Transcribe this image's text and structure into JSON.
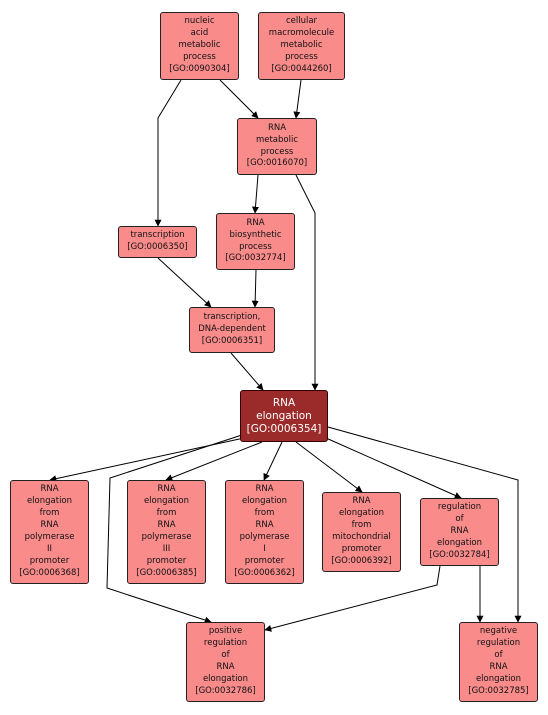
{
  "nodes": [
    {
      "id": "n0090304",
      "lines": [
        "nucleic",
        "acid",
        "metabolic",
        "process",
        "[GO:0090304]"
      ]
    },
    {
      "id": "n0044260",
      "lines": [
        "cellular",
        "macromolecule",
        "metabolic",
        "process",
        "[GO:0044260]"
      ]
    },
    {
      "id": "n0016070",
      "lines": [
        "RNA",
        "metabolic",
        "process",
        "[GO:0016070]"
      ]
    },
    {
      "id": "n0006350",
      "lines": [
        "transcription",
        "[GO:0006350]"
      ]
    },
    {
      "id": "n0032774",
      "lines": [
        "RNA",
        "biosynthetic",
        "process",
        "[GO:0032774]"
      ]
    },
    {
      "id": "n0006351",
      "lines": [
        "transcription,",
        "DNA-dependent",
        "[GO:0006351]"
      ]
    },
    {
      "id": "n0006354",
      "lines": [
        "RNA",
        "elongation",
        "[GO:0006354]"
      ]
    },
    {
      "id": "n0006368",
      "lines": [
        "RNA",
        "elongation",
        "from",
        "RNA",
        "polymerase",
        "II",
        "promoter",
        "[GO:0006368]"
      ]
    },
    {
      "id": "n0006385",
      "lines": [
        "RNA",
        "elongation",
        "from",
        "RNA",
        "polymerase",
        "III",
        "promoter",
        "[GO:0006385]"
      ]
    },
    {
      "id": "n0006362",
      "lines": [
        "RNA",
        "elongation",
        "from",
        "RNA",
        "polymerase",
        "I",
        "promoter",
        "[GO:0006362]"
      ]
    },
    {
      "id": "n0006392",
      "lines": [
        "RNA",
        "elongation",
        "from",
        "mitochondrial",
        "promoter",
        "[GO:0006392]"
      ]
    },
    {
      "id": "n0032784",
      "lines": [
        "regulation",
        "of",
        "RNA",
        "elongation",
        "[GO:0032784]"
      ]
    },
    {
      "id": "n0032786",
      "lines": [
        "positive",
        "regulation",
        "of",
        "RNA",
        "elongation",
        "[GO:0032786]"
      ]
    },
    {
      "id": "n0032785",
      "lines": [
        "negative",
        "regulation",
        "of",
        "RNA",
        "elongation",
        "[GO:0032785]"
      ]
    }
  ],
  "edges": [
    {
      "from": "n0090304",
      "to": "n0016070"
    },
    {
      "from": "n0090304",
      "to": "n0006350"
    },
    {
      "from": "n0044260",
      "to": "n0016070"
    },
    {
      "from": "n0016070",
      "to": "n0032774"
    },
    {
      "from": "n0016070",
      "to": "n0006354"
    },
    {
      "from": "n0006350",
      "to": "n0006351"
    },
    {
      "from": "n0032774",
      "to": "n0006351"
    },
    {
      "from": "n0006351",
      "to": "n0006354"
    },
    {
      "from": "n0006354",
      "to": "n0006368"
    },
    {
      "from": "n0006354",
      "to": "n0006385"
    },
    {
      "from": "n0006354",
      "to": "n0006362"
    },
    {
      "from": "n0006354",
      "to": "n0006392"
    },
    {
      "from": "n0006354",
      "to": "n0032784"
    },
    {
      "from": "n0006354",
      "to": "n0032786"
    },
    {
      "from": "n0006354",
      "to": "n0032785"
    },
    {
      "from": "n0032784",
      "to": "n0032786"
    },
    {
      "from": "n0032784",
      "to": "n0032785"
    }
  ],
  "colors": {
    "node_fill": "#fa8b8b",
    "focus_fill": "#9b2b2b",
    "edge": "#000000"
  }
}
